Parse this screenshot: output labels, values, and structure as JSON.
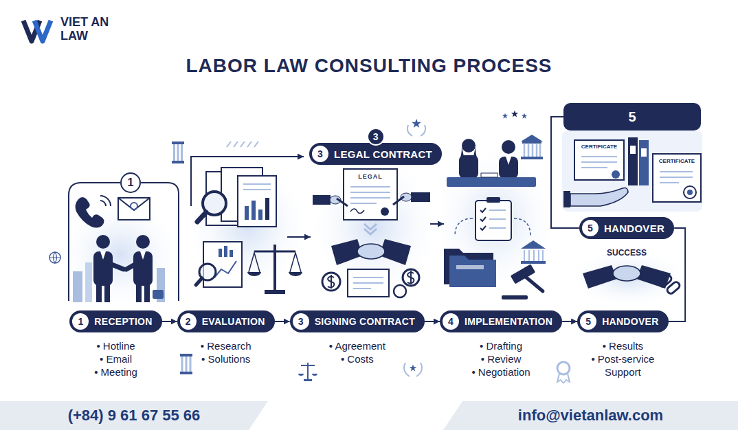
{
  "diagram": {
    "title": "LABOR LAW CONSULTING PROCESS",
    "nodes": [
      {
        "text": [
          "1"
        ]
      },
      {
        "text": [
          "3",
          "LEGAL CONTRACT"
        ]
      },
      {
        "text": [
          "5"
        ]
      },
      {
        "text": [
          "5",
          "HANDOVER"
        ]
      },
      {
        "text": [
          "1",
          "RECEPTION",
          "• Hotline",
          "• Email",
          "• Meeting"
        ]
      },
      {
        "text": [
          "2",
          "EVALUATION",
          "• Research",
          "• Solutions"
        ]
      },
      {
        "text": [
          "3",
          "SIGNING CONTRACT",
          "• Agreement",
          "• Costs"
        ]
      },
      {
        "text": [
          "4",
          "IMPLEMENTATION",
          "• Drafting",
          "• Review",
          "• Negotiation"
        ]
      },
      {
        "text": [
          "5",
          "HANDOVER",
          "• Results",
          "• Post-service Support"
        ]
      },
      {
        "text": [
          "(+84) 9 61 67 55 66"
        ]
      },
      {
        "text": [
          "info@vietanlaw.com"
        ]
      }
    ],
    "edges": [
      {
        "from": 4,
        "to": 5,
        "arrow": "to"
      },
      {
        "from": 5,
        "to": 6,
        "arrow": "to"
      },
      {
        "from": 6,
        "to": 7,
        "arrow": "to"
      },
      {
        "from": 7,
        "to": 8,
        "arrow": "to"
      },
      {
        "from": 2,
        "to": 3,
        "arrow": "none"
      },
      {
        "from": 3,
        "to": 8,
        "arrow": "none"
      }
    ],
    "labels": [
      "VIET AN LAW",
      "3",
      "LEGAL",
      "CERTIFICATE",
      "CERTIFICATE",
      "SUCCESS"
    ]
  }
}
